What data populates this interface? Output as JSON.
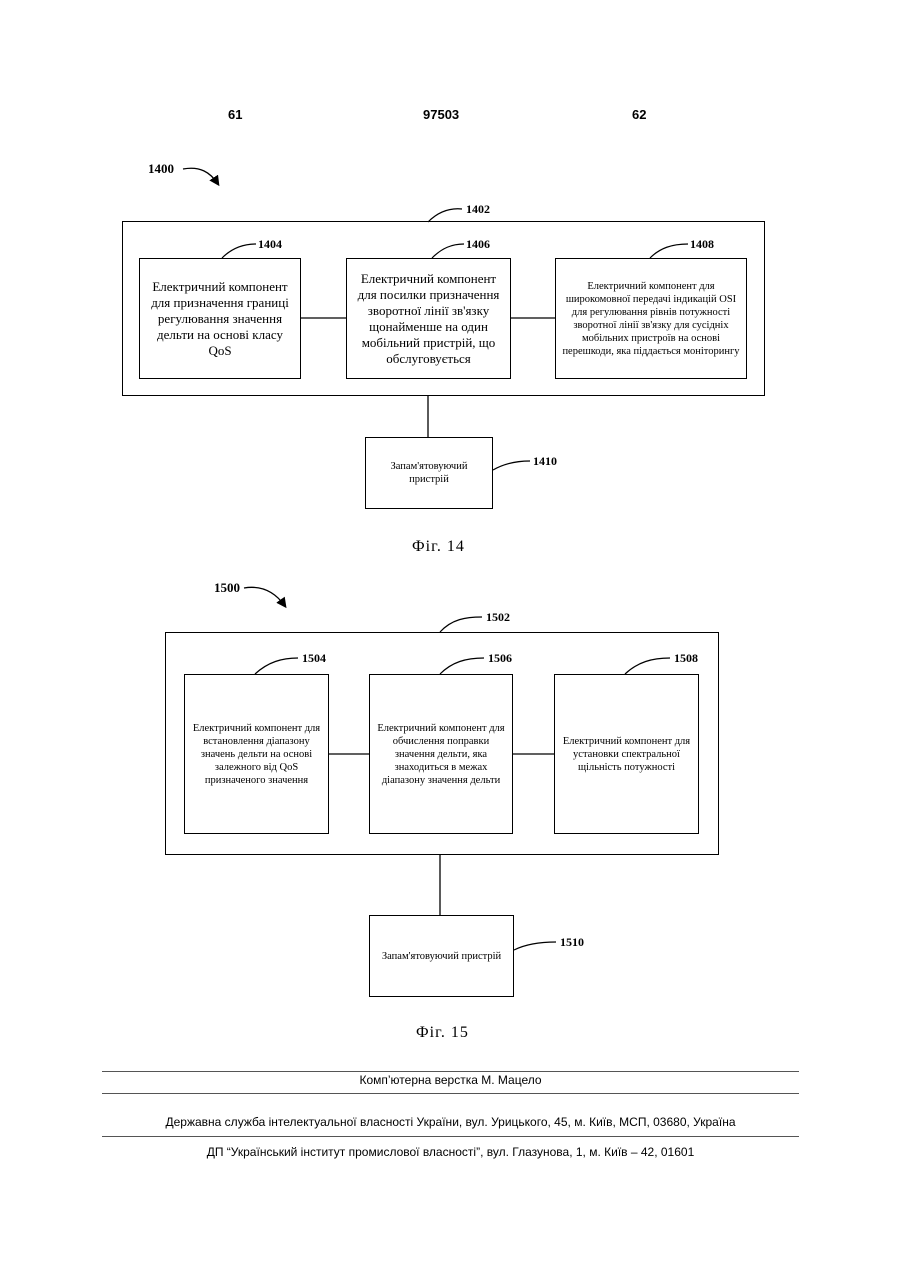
{
  "header": {
    "page_left": "61",
    "doc_number": "97503",
    "page_right": "62"
  },
  "fig14": {
    "ref_main": "1400",
    "ref_container": "1402",
    "blocks": [
      {
        "ref": "1404",
        "text": "Електричний компонент для призначення границі регулювання значення дельти на основі класу QoS"
      },
      {
        "ref": "1406",
        "text": "Електричний компонент для посилки призначення зворотної лінії зв'язку щонайменше на один мобільний пристрій, що обслуговується"
      },
      {
        "ref": "1408",
        "text": "Електричний компонент для широкомовної передачі індикацій OSI для регулювання рівнів потужності зворотної лінії зв'язку для сусідніх мобільних пристроїв на основі перешкоди, яка піддається моніторингу"
      }
    ],
    "memory": {
      "ref": "1410",
      "text": "Запам'ятовуючий пристрій"
    },
    "caption": "Фіг. 14"
  },
  "fig15": {
    "ref_main": "1500",
    "ref_container": "1502",
    "blocks": [
      {
        "ref": "1504",
        "text": "Електричний компонент для встановлення діапазону значень дельти на основі залежного від QoS призначеного значення"
      },
      {
        "ref": "1506",
        "text": "Електричний компонент для обчислення поправки значення дельти, яка знаходиться в межах діапазону значення дельти"
      },
      {
        "ref": "1508",
        "text": "Електричний компонент для установки спектральної щільність потужності"
      }
    ],
    "memory": {
      "ref": "1510",
      "text": "Запам'ятовуючий пристрій"
    },
    "caption": "Фіг. 15"
  },
  "footer": {
    "layout": "Комп’ютерна верстка М. Мацело",
    "agency": "Державна служба інтелектуальної власності України, вул. Урицького, 45, м. Київ, МСП, 03680, Україна",
    "institute": "ДП “Український інститут промислової власності”, вул. Глазунова, 1, м. Київ – 42, 01601"
  }
}
